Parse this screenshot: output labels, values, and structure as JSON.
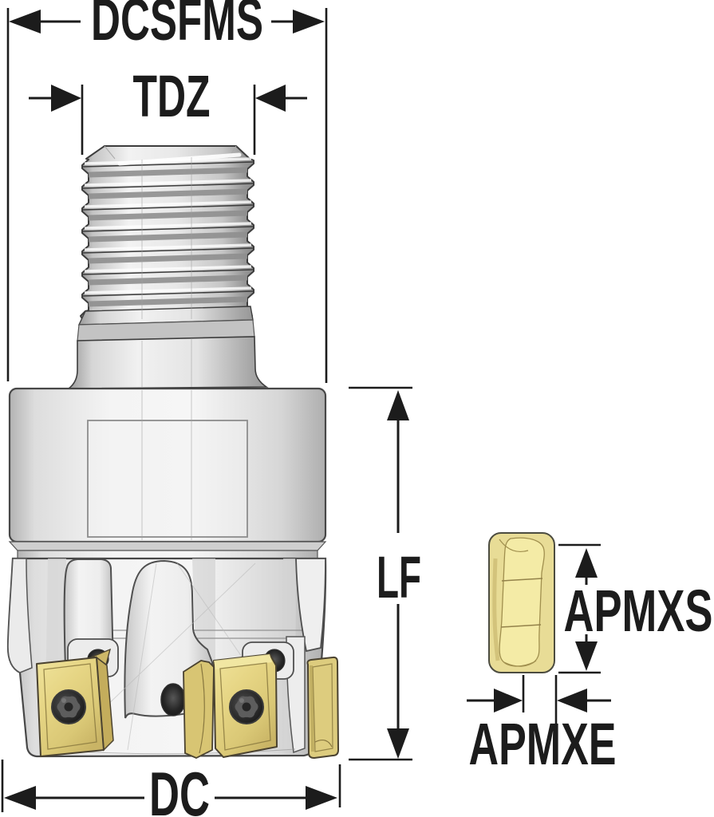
{
  "figure": {
    "type": "technical-dimension-diagram",
    "subject": "indexable shoulder milling cutter with screw-on threaded coupling and carbide inserts",
    "labels": {
      "dcsfms": "DCSFMS",
      "tdz": "TDZ",
      "lf": "LF",
      "dc": "DC",
      "apmxs": "APMXS",
      "apmxe": "APMXE"
    },
    "colors": {
      "dimension_line": "#1c1c1c",
      "metal_light": "#f5f5f5",
      "metal_mid": "#d9d9d9",
      "metal_dark": "#b0b0b0",
      "body_outline": "#474747",
      "insert_gold": "#e3d284",
      "insert_bright": "#f4eba6",
      "insert_shadow": "#b5a258",
      "screw_dark": "#1f1f1f",
      "background": "#ffffff"
    }
  }
}
